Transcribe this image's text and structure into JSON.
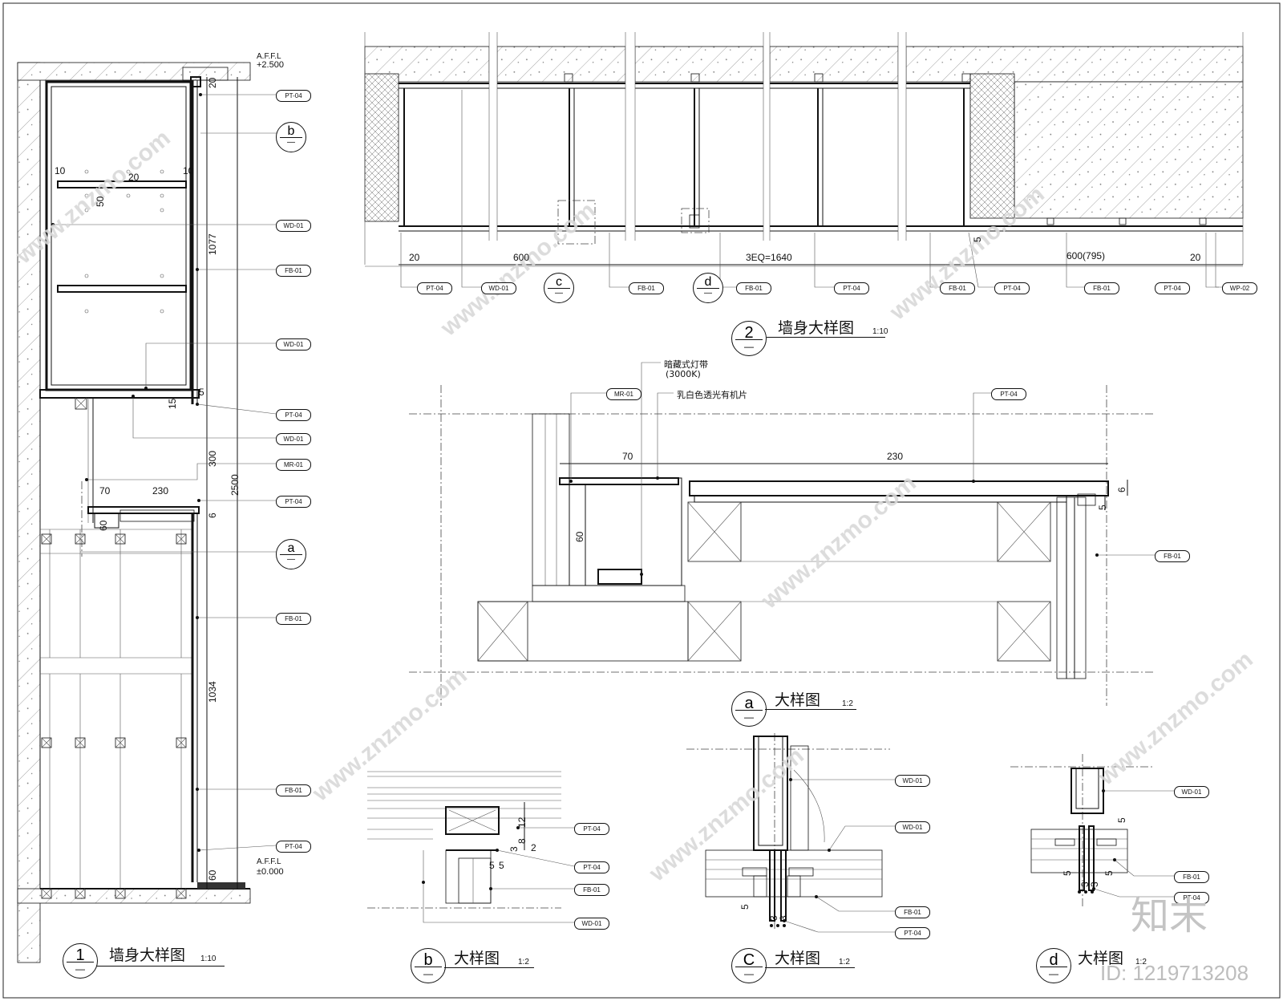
{
  "drawing_1": {
    "title": "墙身大样图",
    "number": "1",
    "scale": "1:10",
    "level_top_label": "A.F.F.L",
    "level_top_value": "+2.500",
    "level_bottom_label": "A.F.F.L",
    "level_bottom_value": "±0.000",
    "dims": [
      "20",
      "10",
      "20",
      "10",
      "50",
      "1077",
      "5",
      "15",
      "300",
      "2500",
      "70",
      "230",
      "6",
      "60",
      "1034",
      "60"
    ],
    "tags": [
      "PT-04",
      "WD-01",
      "FB-01",
      "WD-01",
      "PT-04",
      "WD-01",
      "MR-01",
      "PT-04",
      "FB-01",
      "FB-01",
      "PT-04"
    ],
    "callouts": [
      "b",
      "a"
    ]
  },
  "drawing_2": {
    "title": "墙身大样图",
    "number": "2",
    "scale": "1:10",
    "dims": [
      "20",
      "600",
      "3EQ=1640",
      "5",
      "600(795)",
      "20"
    ],
    "tags": [
      "PT-04",
      "WD-01",
      "FB-01",
      "FB-01",
      "PT-04",
      "FB-01",
      "PT-04",
      "FB-01",
      "PT-04",
      "WP-02"
    ],
    "callouts": [
      "c",
      "d"
    ]
  },
  "detail_a": {
    "title": "大样图",
    "letter": "a",
    "scale": "1:2",
    "note_light": "暗藏式灯带",
    "note_light_temp": "(3000K)",
    "note_acrylic": "乳白色透光有机片",
    "dims": [
      "70",
      "230",
      "60",
      "6",
      "5"
    ],
    "tags": [
      "MR-01",
      "PT-04",
      "FB-01"
    ]
  },
  "detail_b": {
    "title": "大样图",
    "letter": "b",
    "scale": "1:2",
    "dims": [
      "12",
      "8",
      "3",
      "2",
      "5",
      "5"
    ],
    "tags": [
      "PT-04",
      "PT-04",
      "FB-01",
      "WD-01"
    ]
  },
  "detail_c": {
    "title": "大样图",
    "letter": "C",
    "scale": "1:2",
    "dims": [
      "5",
      "3",
      "3"
    ],
    "tags": [
      "WD-01",
      "WD-01",
      "FB-01",
      "PT-04"
    ]
  },
  "detail_d": {
    "title": "大样图",
    "letter": "d",
    "scale": "1:2",
    "dims": [
      "5",
      "5",
      "5",
      "3",
      "3"
    ],
    "tags": [
      "WD-01",
      "FB-01",
      "PT-04"
    ]
  },
  "watermark": {
    "text": "www.znzmo.com",
    "brand": "知末",
    "id": "ID: 1219713208"
  }
}
